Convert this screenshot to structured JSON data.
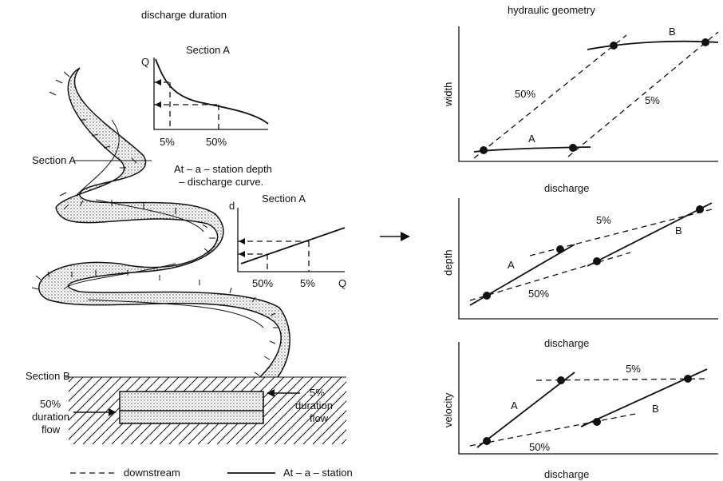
{
  "left": {
    "discharge_duration_title": "discharge duration",
    "section_a_label": "Section A",
    "section_b_label": "Section B",
    "inset_duration": {
      "title": "Section A",
      "y_label": "Q",
      "tick_5": "5%",
      "tick_50": "50%"
    },
    "station_curve_caption_line1": "At – a – station depth",
    "station_curve_caption_line2": "– discharge curve.",
    "inset_depth": {
      "title": "Section A",
      "y_label": "d",
      "x_label": "Q",
      "tick_50": "50%",
      "tick_5": "5%"
    },
    "flow_50_line1": "50%",
    "flow_50_line2": "duration",
    "flow_50_line3": "flow",
    "flow_5_line1": "5%",
    "flow_5_line2": "duration",
    "flow_5_line3": "flow"
  },
  "legend": {
    "downstream": "downstream",
    "at_a_station": "At – a – station"
  },
  "right": {
    "title": "hydraulic geometry",
    "panels": [
      {
        "y_label": "width",
        "x_label": "discharge",
        "label_a": "A",
        "label_b": "B",
        "label_50": "50%",
        "label_5": "5%"
      },
      {
        "y_label": "depth",
        "x_label": "discharge",
        "label_a": "A",
        "label_b": "B",
        "label_50": "50%",
        "label_5": "5%"
      },
      {
        "y_label": "velocity",
        "x_label": "discharge",
        "label_a": "A",
        "label_b": "B",
        "label_50": "50%",
        "label_5": "5%"
      }
    ]
  }
}
